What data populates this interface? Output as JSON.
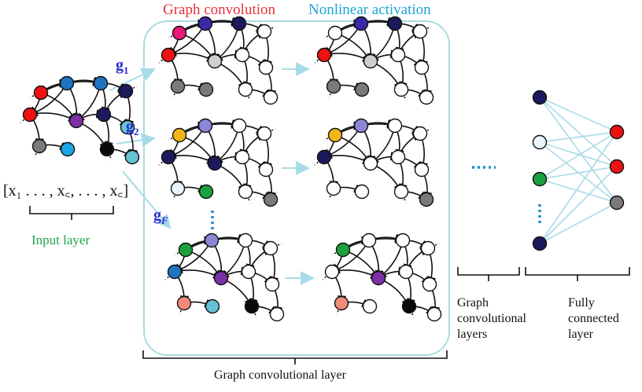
{
  "header": {
    "graph_convolution": "Graph convolution",
    "nonlinear_activation": "Nonlinear activation"
  },
  "filters": {
    "g1": {
      "base": "g",
      "sub": "1"
    },
    "g2": {
      "base": "g",
      "sub": "2"
    },
    "gF": {
      "base": "g",
      "sub": "F"
    }
  },
  "input": {
    "formula": "[x₁ . . . , x꜀, . . . , x꜀]",
    "label": "Input layer"
  },
  "labels": {
    "graph_conv_layers_1": "Graph",
    "graph_conv_layers_2": "convolutional",
    "graph_conv_layers_3": "layers",
    "fully_connected_1": "Fully",
    "fully_connected_2": "connected",
    "fully_connected_3": "layer",
    "graph_conv_layer_bottom": "Graph convolutional layer"
  },
  "colors": {
    "red": "#ee1111",
    "magenta": "#e8187a",
    "blue": "#1f74c2",
    "purple": "#7c30a6",
    "navy": "#1c1a5e",
    "indigo": "#3a2aa8",
    "gray": "#7a7a7a",
    "lightgray": "#cfcfcf",
    "black": "#0a0a0a",
    "cyan": "#66c2d4",
    "skyblue": "#1aa7e6",
    "yellow": "#f2b716",
    "lavender": "#8c86d8",
    "green": "#18a13c",
    "salmon": "#f08a7a",
    "white": "#ffffff",
    "paleblue": "#e8f4fa",
    "frame": "#a9dbe0",
    "arrow": "#a8dbe8",
    "dots_blue": "#1b8fcc"
  }
}
